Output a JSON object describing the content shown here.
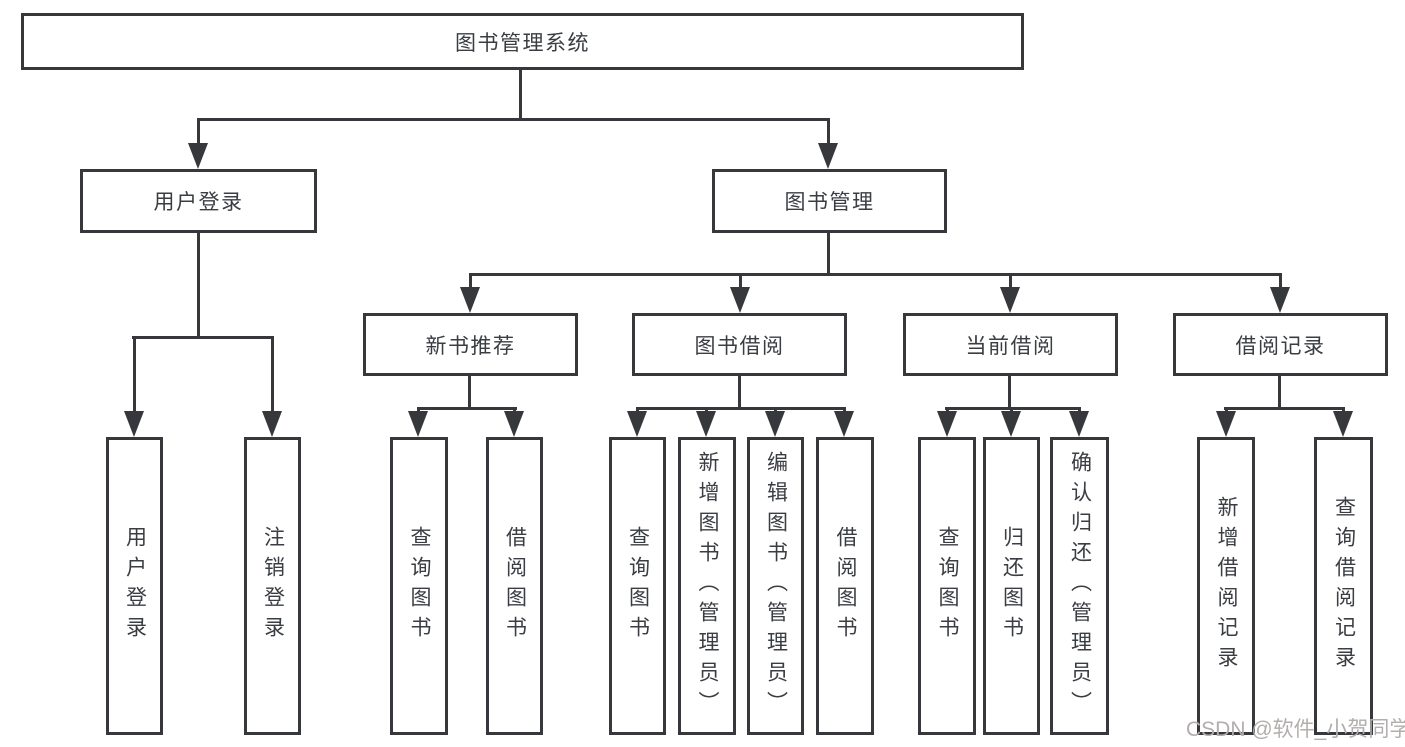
{
  "diagram": {
    "root": {
      "label": "图书管理系统"
    },
    "user_login": {
      "label": "用户登录",
      "children": {
        "login": "用户登录",
        "logout": "注销登录"
      }
    },
    "book_mgmt": {
      "label": "图书管理",
      "new_book_rec": {
        "label": "新书推荐",
        "children": {
          "query": "查询图书",
          "borrow": "借阅图书"
        }
      },
      "book_borrow": {
        "label": "图书借阅",
        "children": {
          "query": "查询图书",
          "add": "新增图书（管理员）",
          "edit": "编辑图书（管理员）",
          "borrow": "借阅图书"
        }
      },
      "current_borrow": {
        "label": "当前借阅",
        "children": {
          "query": "查询图书",
          "return": "归还图书",
          "confirm": "确认归还（管理员）"
        }
      },
      "borrow_records": {
        "label": "借阅记录",
        "children": {
          "add": "新增借阅记录",
          "query": "查询借阅记录"
        }
      }
    }
  },
  "colors": {
    "line": "#36383b",
    "text": "#3a3d42",
    "background": "#ffffff",
    "watermark": "#b3aeae"
  },
  "watermark": {
    "text": "CSDN @软件_小贺同学"
  }
}
